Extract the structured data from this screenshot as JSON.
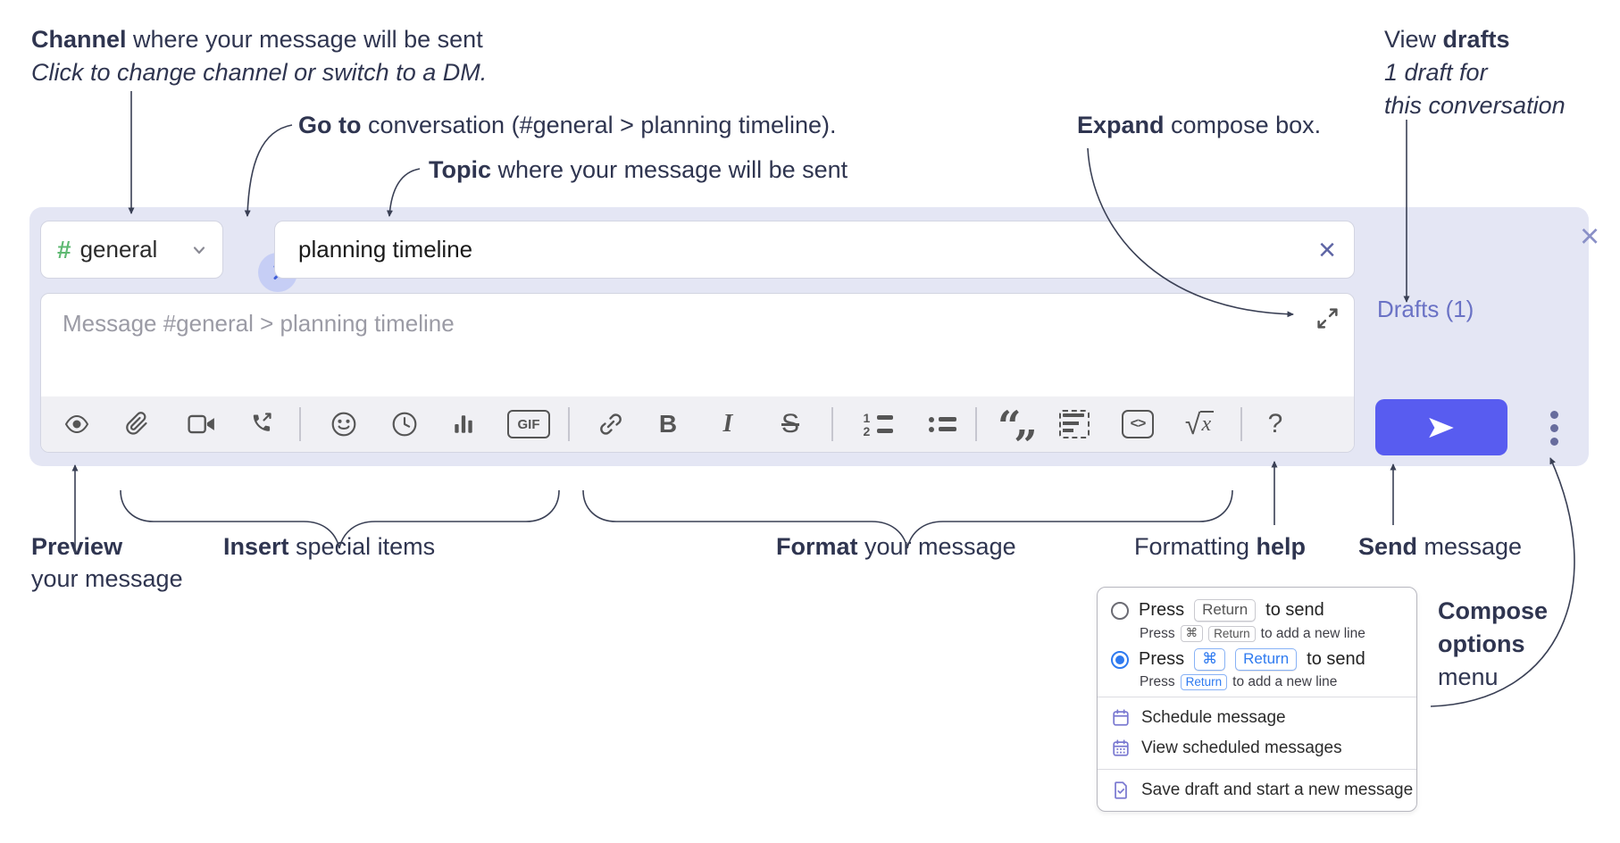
{
  "annotations": {
    "channel": {
      "bold": "Channel",
      "rest": " where your message will be sent",
      "sub": "Click to change channel or switch to a DM."
    },
    "goto": {
      "bold": "Go to",
      "rest": " conversation (#general > planning timeline)."
    },
    "topic": {
      "bold": "Topic",
      "rest": " where your message will be sent"
    },
    "expand": {
      "bold": "Expand",
      "rest": " compose box."
    },
    "view_drafts": {
      "pre": "View ",
      "bold": "drafts",
      "line2": "1 draft for",
      "line3": "this conversation"
    },
    "preview": {
      "bold": "Preview",
      "line2": "your message"
    },
    "insert": {
      "bold": "Insert",
      "rest": " special items"
    },
    "format": {
      "bold": "Format",
      "rest": " your message"
    },
    "formatting_help": {
      "pre": "Formatting ",
      "bold": "help"
    },
    "send": {
      "bold": "Send",
      "rest": " message"
    },
    "compose_options": {
      "bold1": "Compose",
      "bold2": "options",
      "rest": "menu"
    }
  },
  "compose": {
    "channel": {
      "hash": "#",
      "label": "general"
    },
    "topic": {
      "value": "planning timeline",
      "clear_glyph": "×"
    },
    "message": {
      "placeholder": "Message #general > planning timeline"
    },
    "drafts_link": "Drafts (1)",
    "close_glyph": "×",
    "toolbar": {
      "gif_label": "GIF",
      "bold_glyph": "B",
      "italic_glyph": "I",
      "strike_glyph": "S",
      "ol_1": "1",
      "ol_2": "2",
      "quote_open": "“",
      "quote_low": "„",
      "code_glyph": "<>",
      "sqrt_glyph": "√",
      "sqrt_var": "x",
      "help_glyph": "?",
      "icon_names": [
        "preview-eye",
        "attach-paperclip",
        "start-video-call",
        "start-voice-call",
        "emoji",
        "add-global-time",
        "add-poll",
        "add-gif",
        "link",
        "bold",
        "italic",
        "strikethrough",
        "numbered-list",
        "bulleted-list",
        "quote",
        "spoiler",
        "code",
        "math",
        "message-formatting-help"
      ]
    },
    "colors": {
      "compose_bg": "#e4e6f4",
      "send_button": "#585cf0",
      "drafts_link": "#6a72c5",
      "hash_green": "#5fb973",
      "goto_circle": "#c6cef5",
      "goto_chevron": "#3f5ed9"
    }
  },
  "popup": {
    "options": [
      {
        "selected": false,
        "press": "Press",
        "kbds": [
          "Return"
        ],
        "after": "to send",
        "sub_press": "Press",
        "sub_kbds": [
          "⌘",
          "Return"
        ],
        "sub_after": "to add a new line"
      },
      {
        "selected": true,
        "press": "Press",
        "kbds": [
          "⌘",
          "Return"
        ],
        "after": "to send",
        "sub_press": "Press",
        "sub_kbds": [
          "Return"
        ],
        "sub_after": "to add a new line"
      }
    ],
    "items": [
      {
        "icon": "calendar-icon",
        "label": "Schedule message"
      },
      {
        "icon": "calendar-days-icon",
        "label": "View scheduled messages"
      },
      {
        "icon": "save-draft-icon",
        "label": "Save draft and start a new message"
      }
    ]
  }
}
